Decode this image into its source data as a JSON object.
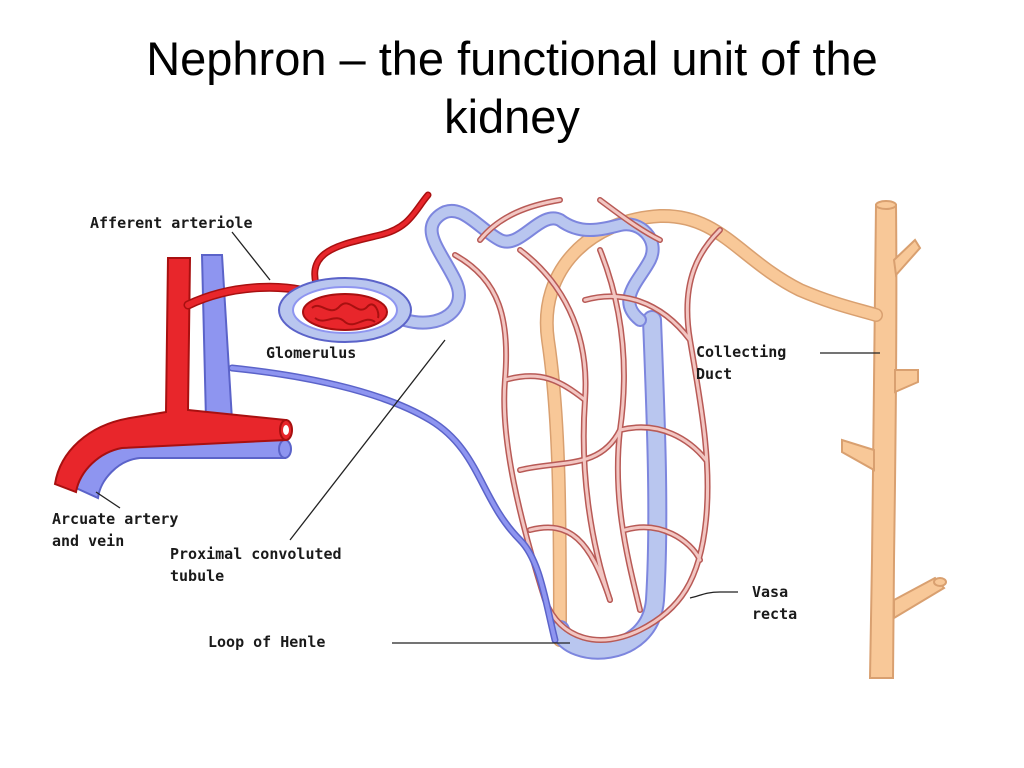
{
  "title": {
    "line1": "Nephron – the functional unit of the",
    "line2": "kidney"
  },
  "labels": {
    "afferent": "Afferent arteriole",
    "glomerulus": "Glomerulus",
    "arcuate1": "Arcuate artery",
    "arcuate2": "and vein",
    "proximal1": "Proximal convoluted",
    "proximal2": "tubule",
    "loop": "Loop of Henle",
    "collecting1": "Collecting",
    "collecting2": "Duct",
    "vasa1": "Vasa",
    "vasa2": "recta"
  },
  "colors": {
    "artery": "#e8262b",
    "artery_dark": "#a81010",
    "vein": "#8e95f0",
    "vein_dark": "#5b63c9",
    "duct": "#f8c898",
    "duct_edge": "#d9a070",
    "capillary": "#e8a4a0",
    "capillary_edge": "#b85a56",
    "tubule": "#b9c6ef"
  }
}
